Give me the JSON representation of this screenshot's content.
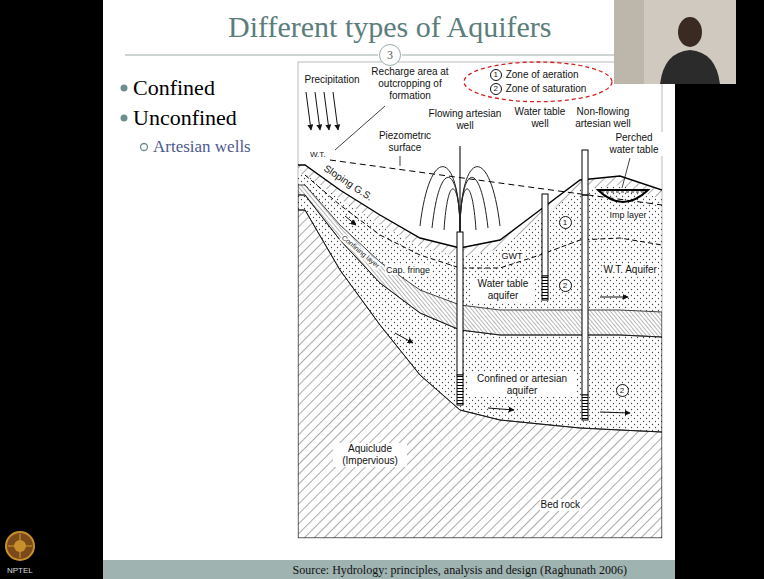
{
  "diagram": {
    "title": "Different types of Aquifers",
    "caption": "Source: Hydrology: principles, analysis and design (Raghunath 2006)",
    "nodes": [
      {
        "text": [
          "3"
        ]
      },
      {
        "text": [
          "1",
          "Zone of aeration",
          "2",
          "Zone of saturation"
        ]
      }
    ],
    "labels": [
      "Confined",
      "Unconfined",
      "Artesian wells",
      "Precipitation",
      "Recharge area at outcropping of formation",
      "W.T.",
      "Piezometric surface",
      "Flowing artesian well",
      "Water table well",
      "Non-flowing artesian well",
      "Perched water table",
      "Sloping G.S.",
      "Imp layer",
      "GWT",
      "Cap. fringe",
      "1",
      "2",
      "W.T. Aquifer",
      "Confining layer",
      "Water table aquifer",
      "Confined or artesian aquifer",
      "2",
      "Aquiclude (Impervious)",
      "Bed rock",
      "NPTEL"
    ]
  }
}
